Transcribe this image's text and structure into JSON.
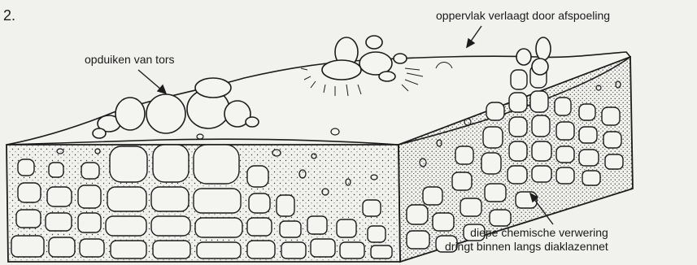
{
  "figure": {
    "number": "2.",
    "labels": {
      "surface": "oppervlak verlaagt door afspoeling",
      "tors": "opduiken van tors",
      "weathering_line1": "diepe chemische verwering",
      "weathering_line2": "dringt binnen langs diaklazennet"
    }
  },
  "colors": {
    "ink": "#1c1c1c",
    "paper": "#f1f1ee"
  }
}
